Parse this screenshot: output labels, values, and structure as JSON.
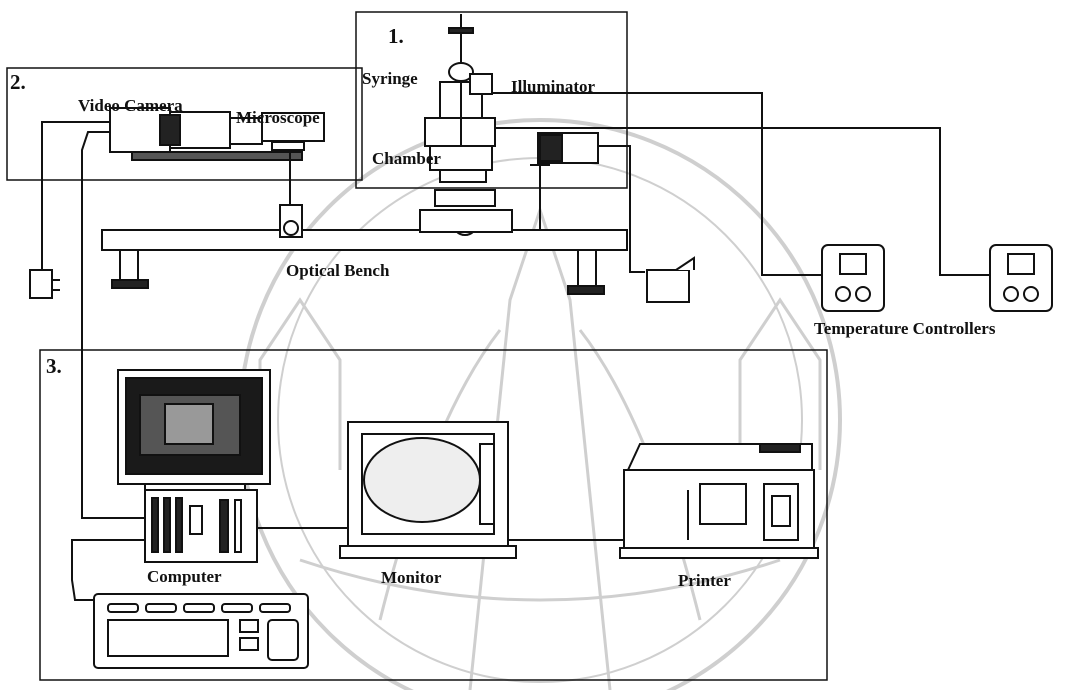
{
  "sections": {
    "one": "1.",
    "two": "2.",
    "three": "3."
  },
  "labels": {
    "syringe": "Syringe",
    "illuminator": "Illuminator",
    "chamber": "Chamber",
    "video_camera": "Video Camera",
    "microscope": "Microscope",
    "optical_bench": "Optical Bench",
    "temperature_controllers": "Temperature Controllers",
    "computer": "Computer",
    "monitor": "Monitor",
    "printer": "Printer"
  },
  "colors": {
    "line": "#111111",
    "watermark": "#c8c8c8",
    "background": "#ffffff"
  }
}
